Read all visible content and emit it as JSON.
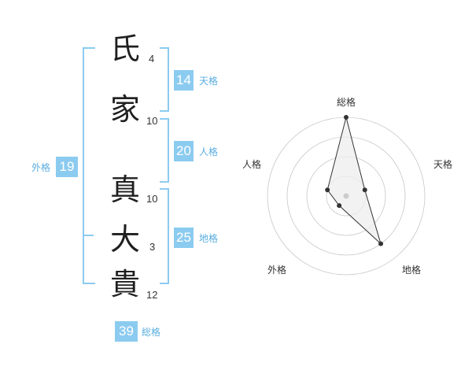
{
  "characters": [
    {
      "char": "氏",
      "strokes": "4"
    },
    {
      "char": "家",
      "strokes": "10"
    },
    {
      "char": "真",
      "strokes": "10"
    },
    {
      "char": "大",
      "strokes": "3"
    },
    {
      "char": "貴",
      "strokes": "12"
    }
  ],
  "fortunes": {
    "tenkaku": {
      "value": "14",
      "label": "天格"
    },
    "jinkaku": {
      "value": "20",
      "label": "人格"
    },
    "chikaku": {
      "value": "25",
      "label": "地格"
    },
    "gaikaku": {
      "value": "19",
      "label": "外格"
    },
    "soukaku": {
      "value": "39",
      "label": "総格"
    }
  },
  "colors": {
    "accent": "#8ccbf0",
    "label": "#5aaee0"
  },
  "chart_data": {
    "type": "radar",
    "axes": [
      "総格",
      "天格",
      "地格",
      "外格",
      "人格"
    ],
    "rings": 4,
    "values": [
      4,
      1,
      3,
      0.6,
      1
    ],
    "max": 4
  }
}
